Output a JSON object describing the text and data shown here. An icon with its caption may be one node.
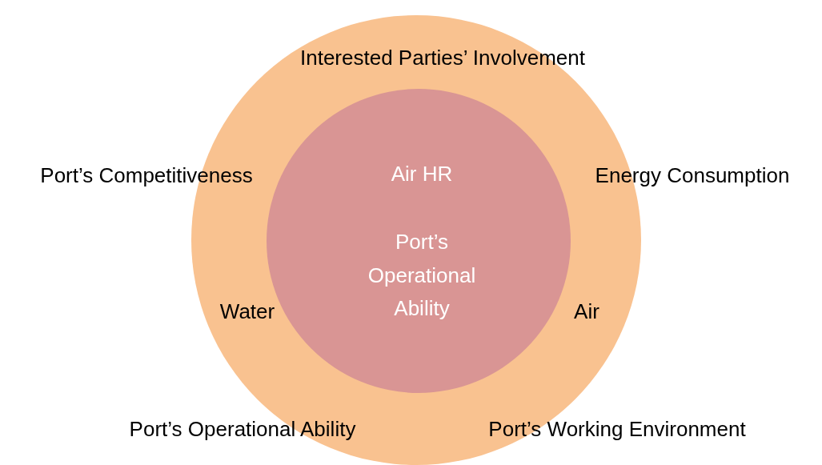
{
  "diagram": {
    "nodes": [
      {
        "text": [
          "Interested Parties’ Involvement",
          "Port’s Competitiveness",
          "Energy Consumption",
          "Water",
          "Air",
          "Port’s Operational Ability",
          "Port’s Working Environment"
        ]
      },
      {
        "text": [
          "Air HR",
          "Port’s Operational Ability"
        ],
        "in": 0
      }
    ]
  }
}
